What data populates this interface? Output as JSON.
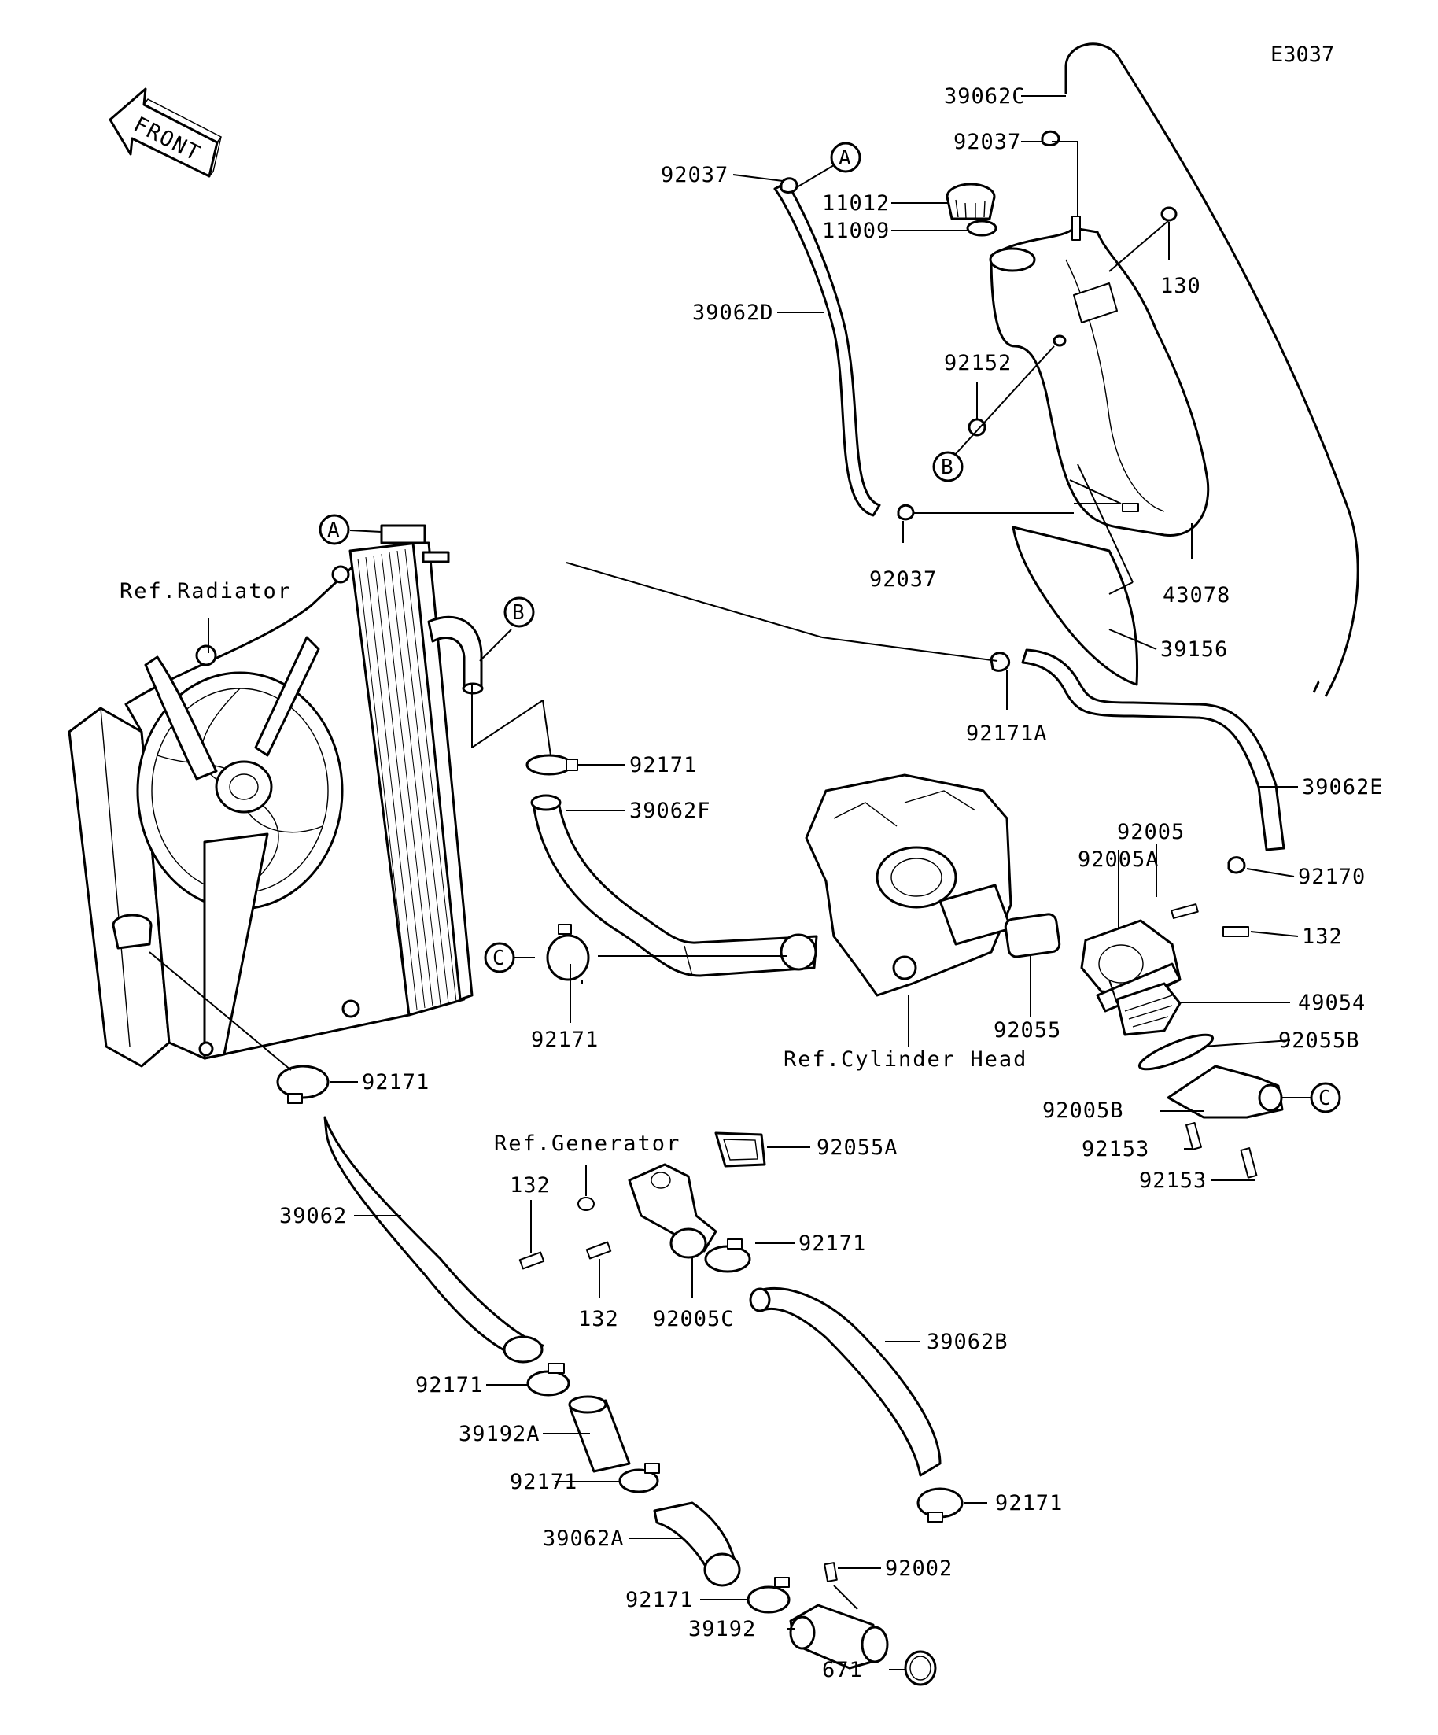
{
  "diagram_code": "E3037",
  "front_arrow": {
    "label": "FRONT"
  },
  "callouts": {
    "a": "A",
    "b": "B",
    "c": "C"
  },
  "refs": {
    "radiator": "Ref.Radiator",
    "cylinder_head": "Ref.Cylinder Head",
    "generator": "Ref.Generator"
  },
  "parts": {
    "hose_39062c": "39062C",
    "clamp_92037_top": "92037",
    "clamp_92037_left": "92037",
    "cap_11012": "11012",
    "gasket_11009": "11009",
    "hose_39062d": "39062D",
    "bolt_130": "130",
    "grommet_92152": "92152",
    "clamp_92037_bottom": "92037",
    "reservoir_43078": "43078",
    "cover_39156": "39156",
    "clip_92171a": "92171A",
    "clamp_92171_upper": "92171",
    "hose_39062e": "39062E",
    "hose_39062f": "39062F",
    "bolt_92005": "92005",
    "housing_92005a": "92005A",
    "clamp_92170": "92170",
    "bolt_132_right": "132",
    "clamp_92171_c": "92171",
    "gasket_92055": "92055",
    "thermostat_49054": "49054",
    "oring_92055b": "92055B",
    "cover_92005b": "92005B",
    "bolt_92153_a": "92153",
    "bolt_92153_b": "92153",
    "clamp_92171_radiator": "92171",
    "gasket_92055a": "92055A",
    "hose_39062": "39062",
    "bolt_132_left": "132",
    "clamp_92171_mid": "92171",
    "bolt_132_bottom": "132",
    "fitting_92005c": "92005C",
    "hose_39062b": "39062B",
    "clamp_92171_a": "92171",
    "pipe_39192a": "39192A",
    "clamp_92171_b": "92171",
    "clamp_92171_right": "92171",
    "hose_39062a": "39062A",
    "bolt_92002": "92002",
    "clamp_92171_low": "92171",
    "pipe_39192": "39192",
    "oring_671": "671"
  }
}
